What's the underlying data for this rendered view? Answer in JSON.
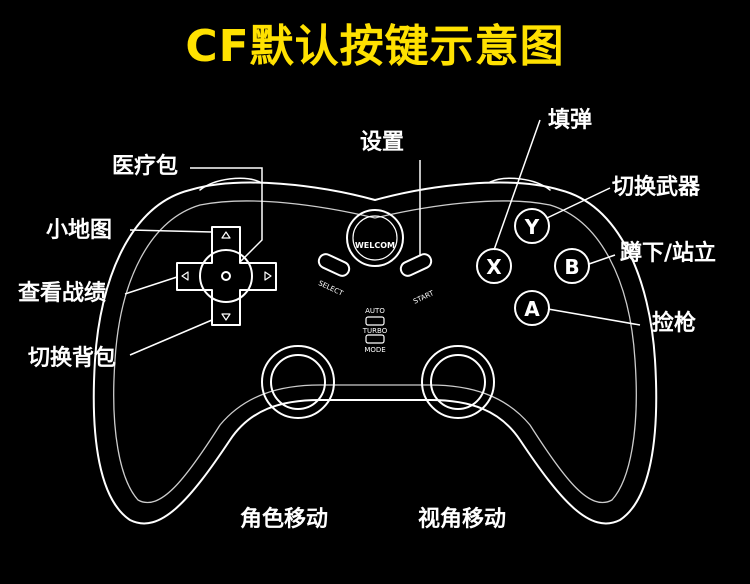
{
  "title": "CF默认按键示意图",
  "labels": {
    "reload": "填弹",
    "settings": "设置",
    "medkit": "医疗包",
    "switch_weapon": "切换武器",
    "minimap": "小地图",
    "crouch_stand": "蹲下/站立",
    "check_record": "查看战绩",
    "pickup": "捡枪",
    "switch_backpack": "切换背包",
    "move": "角色移动",
    "look": "视角移动"
  },
  "controller": {
    "buttons": {
      "y": "Y",
      "x": "X",
      "b": "B",
      "a": "A"
    },
    "select": "SELECT",
    "start": "START",
    "auto": "AUTO",
    "turbo": "TURBO",
    "mode": "MODE",
    "logo": "WELCOM"
  },
  "colors": {
    "title": "#ffe100",
    "lines": "#ffffff",
    "background": "#000000"
  }
}
